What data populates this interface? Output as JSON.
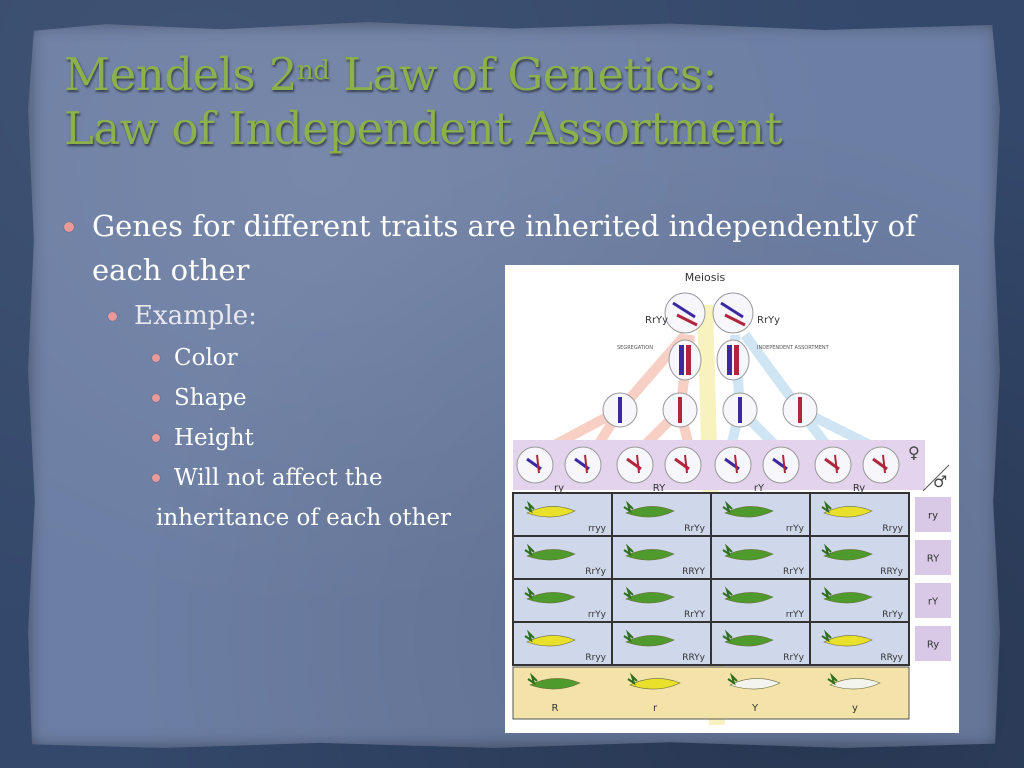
{
  "slide": {
    "title_line1_pre": "Mendels 2",
    "title_sup": "nd",
    "title_line1_post": " Law of Genetics:",
    "title_line2": "Law of Independent Assortment",
    "bullet1": "Genes for different traits are inherited independently of each other",
    "bullet2": "Example:",
    "sub_items": [
      "Color",
      "Shape",
      "Height",
      "Will not affect the"
    ],
    "sub_continuation": "inheritance of each other"
  },
  "figure": {
    "title": "Meiosis",
    "parent_left": "RrYy",
    "parent_right": "RrYy",
    "label_segregation": "SEGREGATION",
    "label_independent": "INDEPENDENT ASSORTMENT",
    "gamete_labels": [
      "ry",
      "RY",
      "rY",
      "Ry"
    ],
    "female_symbol": "♀",
    "male_symbol": "♂",
    "row_labels": [
      "ry",
      "RY",
      "rY",
      "Ry"
    ],
    "grid": [
      [
        "rryy",
        "RrYy",
        "rrYy",
        "Rryy"
      ],
      [
        "RrYy",
        "RRYY",
        "RrYY",
        "RRYy"
      ],
      [
        "rrYy",
        "RrYY",
        "rrYY",
        "RrYy"
      ],
      [
        "Rryy",
        "RRYy",
        "RrYy",
        "RRyy"
      ]
    ],
    "bottom_labels": [
      "R",
      "r",
      "Y",
      "y"
    ],
    "colors": {
      "yellow_pea": "#e8e02a",
      "green_pea": "#4e9a2c",
      "white_pea": "#f4f4ef",
      "grid_cell": "#cfd8ea",
      "key_band": "#f3e3a8",
      "row_label_bg": "#d9c9e6"
    }
  }
}
